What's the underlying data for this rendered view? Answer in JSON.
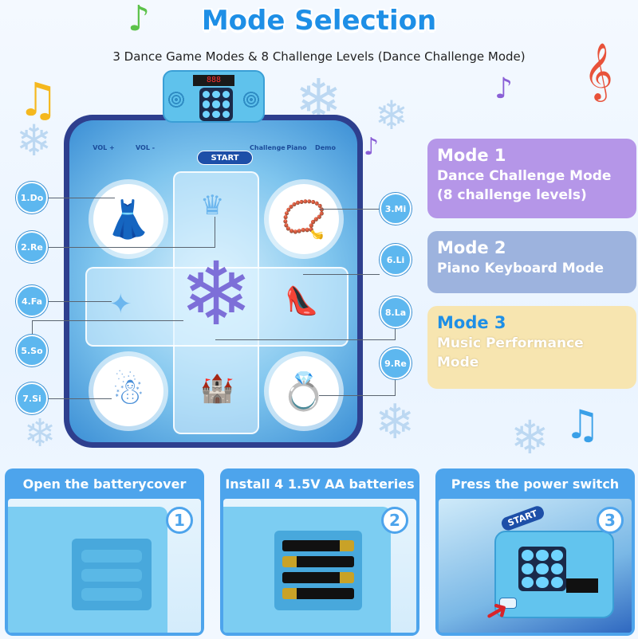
{
  "page": {
    "title": "Mode Selection",
    "subtitle": "3 Dance Game Modes & 8 Challenge Levels (Dance Challenge Mode)"
  },
  "mat": {
    "start_label": "START",
    "top_labels": [
      "VOL +",
      "VOL -",
      "Challenge",
      "Piano",
      "Demo"
    ],
    "display_digits": "888"
  },
  "notes": [
    {
      "name": "notes",
      "color": "#f5b81e"
    },
    {
      "name": "quaver",
      "color": "#5cc24a"
    },
    {
      "name": "treble-clef",
      "color": "#e8523a"
    },
    {
      "name": "eighth-note",
      "color": "#8a5fd6"
    },
    {
      "name": "beam-note",
      "color": "#3aa0e8"
    }
  ],
  "keys": [
    {
      "id": "1",
      "label": "1.Do"
    },
    {
      "id": "2",
      "label": "2.Re"
    },
    {
      "id": "3",
      "label": "3.Mi"
    },
    {
      "id": "4",
      "label": "4.Fa"
    },
    {
      "id": "5",
      "label": "5.So"
    },
    {
      "id": "6",
      "label": "6.Li"
    },
    {
      "id": "7",
      "label": "7.Si"
    },
    {
      "id": "8",
      "label": "8.La"
    },
    {
      "id": "9",
      "label": "9.Re"
    }
  ],
  "modes": [
    {
      "name": "Mode 1",
      "description": "Dance Challenge Mode (8 challenge levels)",
      "color": "#b596e8"
    },
    {
      "name": "Mode 2",
      "description": "Piano Keyboard Mode",
      "color": "#9db3de"
    },
    {
      "name": "Mode 3",
      "description": "Music Performance Mode",
      "color": "#f7e5b0"
    }
  ],
  "steps": [
    {
      "number": "1",
      "label": "Open the batterycover"
    },
    {
      "number": "2",
      "label": "Install 4 1.5V AA batteries"
    },
    {
      "number": "3",
      "label": "Press the power switch",
      "start_label": "START"
    }
  ],
  "colors": {
    "accent": "#1e8fe6",
    "step_bg": "#4da4ec",
    "mat_border": "#2e3f8e"
  }
}
